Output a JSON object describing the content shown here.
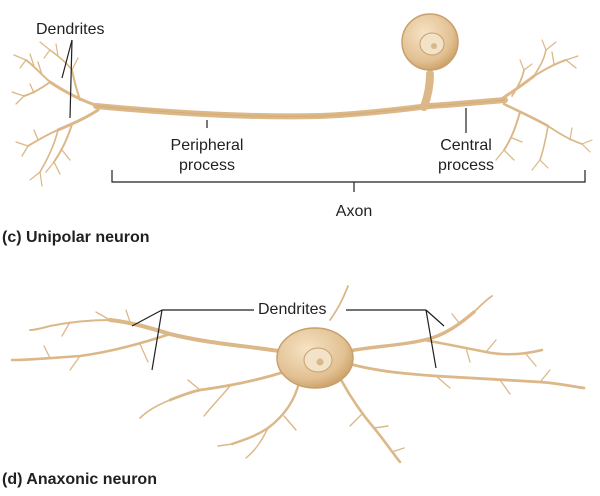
{
  "colors": {
    "neuron_fill": "#e2c193",
    "neuron_edge": "#c7a06d",
    "nucleus": "#f2e2c8",
    "nucleolus": "#d6b88a",
    "leader": "#231f20",
    "text": "#231f20"
  },
  "panel_c": {
    "dendrites_label": "Dendrites",
    "peripheral_label_1": "Peripheral",
    "peripheral_label_2": "process",
    "central_label_1": "Central",
    "central_label_2": "process",
    "axon_label": "Axon",
    "caption": "(c) Unipolar neuron"
  },
  "panel_d": {
    "dendrites_label": "Dendrites",
    "caption": "(d) Anaxonic neuron"
  }
}
